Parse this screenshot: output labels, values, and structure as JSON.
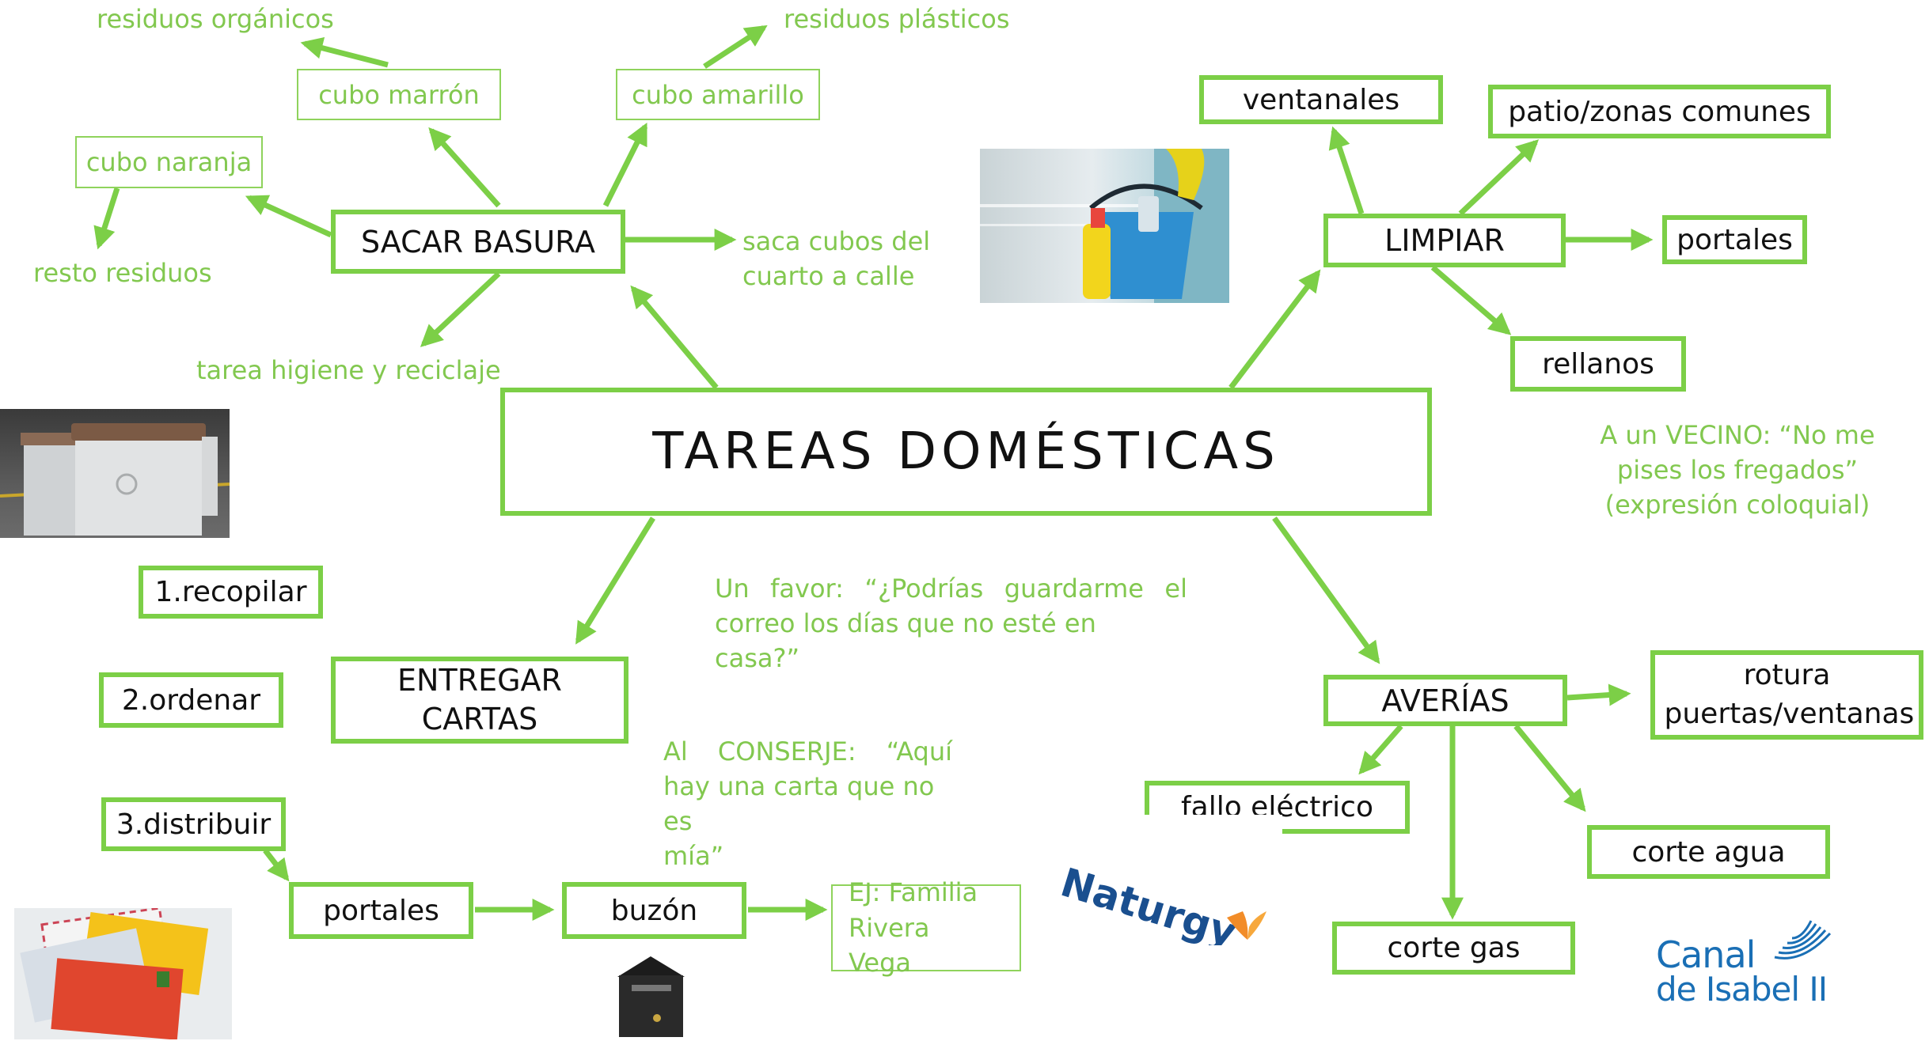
{
  "center": {
    "title": "TAREAS DOMÉSTICAS"
  },
  "nodes": {
    "sacar_basura": "SACAR BASURA",
    "limpiar": "LIMPIAR",
    "entregar_cartas": "ENTREGAR CARTAS",
    "averias": "AVERÍAS",
    "cubo_marron": "cubo marrón",
    "cubo_amarillo": "cubo amarillo",
    "cubo_naranja": "cubo naranja",
    "ventanales": "ventanales",
    "patio": "patio/zonas comunes",
    "portales_limpiar": "portales",
    "rellanos": "rellanos",
    "recopilar": "1.recopilar",
    "ordenar": "2.ordenar",
    "distribuir": "3.distribuir",
    "portales_cartas": "portales",
    "buzon": "buzón",
    "ej_familia": "EJ: Familia Rivera Vega",
    "rotura": "rotura puertas/ventanas",
    "fallo_electrico": "fallo eléctrico",
    "corte_agua": "corte agua",
    "corte_gas": "corte gas"
  },
  "labels": {
    "residuos_organicos": "residuos orgánicos",
    "residuos_plasticos": "residuos plásticos",
    "resto_residuos": "resto residuos",
    "saca_cubos_1": "saca cubos del",
    "saca_cubos_2": "cuarto a calle",
    "tarea_higiene": "tarea higiene y reciclaje",
    "vecino_1": "A un VECINO: “No me",
    "vecino_2": "pises los fregados”",
    "vecino_3": "(expresión coloquial)",
    "favor_1": "Un favor: “¿Podrías guardarme el",
    "favor_2": "correo los días que no esté en casa?”",
    "conserje_1": "Al CONSERJE: “Aquí",
    "conserje_2": "hay una carta que no es",
    "conserje_3": "mía”"
  },
  "logos": {
    "naturgy": "Naturgy",
    "canal_1": "Canal",
    "canal_2": "de Isabel II"
  },
  "colors": {
    "accent": "#7ccf47",
    "label": "#82c84f",
    "naturgy_blue": "#1a4f8f",
    "naturgy_orange": "#f28c28",
    "canal_blue": "#1a6fb5"
  }
}
